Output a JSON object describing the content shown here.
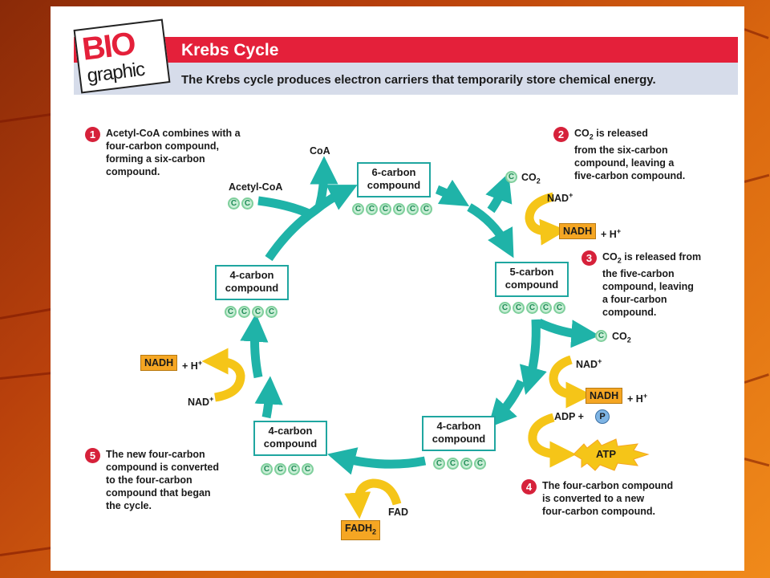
{
  "title": "Krebs Cycle",
  "subtitle": "The Krebs cycle produces electron carriers that temporarily store chemical energy.",
  "logo": {
    "line1": "BIO",
    "line2": "graphic"
  },
  "steps": [
    {
      "num": "1",
      "lines": [
        "Acetyl-CoA combines with a",
        "four-carbon compound,",
        "forming a six-carbon",
        "compound."
      ]
    },
    {
      "num": "2",
      "line1_pre": "CO",
      "line1_sub": "2",
      "line1_post": " is released",
      "lines": [
        "from the six-carbon",
        "compound, leaving a",
        "five-carbon compound."
      ]
    },
    {
      "num": "3",
      "line1_pre": "CO",
      "line1_sub": "2",
      "line1_post": " is released from",
      "lines": [
        "the five-carbon",
        "compound, leaving",
        "a four-carbon",
        "compound."
      ]
    },
    {
      "num": "4",
      "lines": [
        "The four-carbon compound",
        "is converted to a new",
        "four-carbon compound."
      ]
    },
    {
      "num": "5",
      "lines": [
        "The new four-carbon",
        "compound is converted",
        "to the four-carbon",
        "compound that began",
        "the cycle."
      ]
    }
  ],
  "compounds": {
    "six": {
      "line1": "6-carbon",
      "line2": "compound"
    },
    "five": {
      "line1": "5-carbon",
      "line2": "compound"
    },
    "four_right": {
      "line1": "4-carbon",
      "line2": "compound"
    },
    "four_bottom": {
      "line1": "4-carbon",
      "line2": "compound"
    },
    "four_left": {
      "line1": "4-carbon",
      "line2": "compound"
    }
  },
  "labels": {
    "coa": "CoA",
    "acetyl_coa": "Acetyl-CoA",
    "co2_pre": "CO",
    "co2_sub": "2",
    "nad": "NAD",
    "nad_sup": "+",
    "nadh": "NADH",
    "h_plus": "+ H",
    "h_sup": "+",
    "adp": "ADP +",
    "p": "P",
    "atp": "ATP",
    "fad": "FAD",
    "fadh_pre": "FADH",
    "fadh_sub": "2",
    "carbon": "C"
  },
  "colors": {
    "red": "#e4203a",
    "teal_arrow": "#1fb3a8",
    "yellow_arrow": "#f5c518",
    "orange_tag": "#f5a623"
  }
}
